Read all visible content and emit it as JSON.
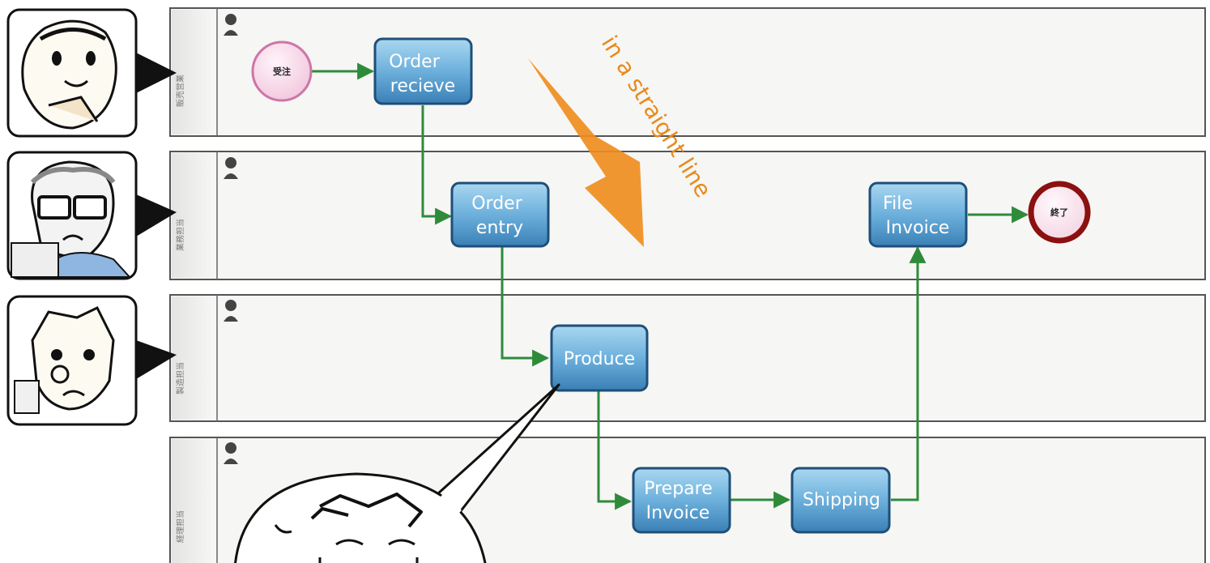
{
  "lanes": [
    {
      "label": "販売営業"
    },
    {
      "label": "業務担当"
    },
    {
      "label": "製造担当"
    },
    {
      "label": "経理担当"
    }
  ],
  "events": {
    "start": {
      "label": "受注"
    },
    "end": {
      "label": "終了"
    }
  },
  "tasks": {
    "order_recieve": [
      "Order",
      "recieve"
    ],
    "order_entry": [
      "Order",
      "entry"
    ],
    "produce": [
      "Produce"
    ],
    "prepare_invoice": [
      "Prepare",
      "Invoice"
    ],
    "shipping": [
      "Shipping"
    ],
    "file_invoice": [
      "File",
      "Invoice"
    ]
  },
  "annotation": {
    "text": "in a straight line",
    "color": "#e88a1a"
  },
  "colors": {
    "task_fill_top": "#8cc8e8",
    "task_fill_bottom": "#3e88bd",
    "task_border": "#1f4f78",
    "flow_line": "#2e8b3a",
    "start_fill": "#f6d8e8",
    "start_border": "#cc77a6",
    "end_border": "#8b1010",
    "lane_bg": "#f5f5f3",
    "lane_border": "#555555"
  }
}
